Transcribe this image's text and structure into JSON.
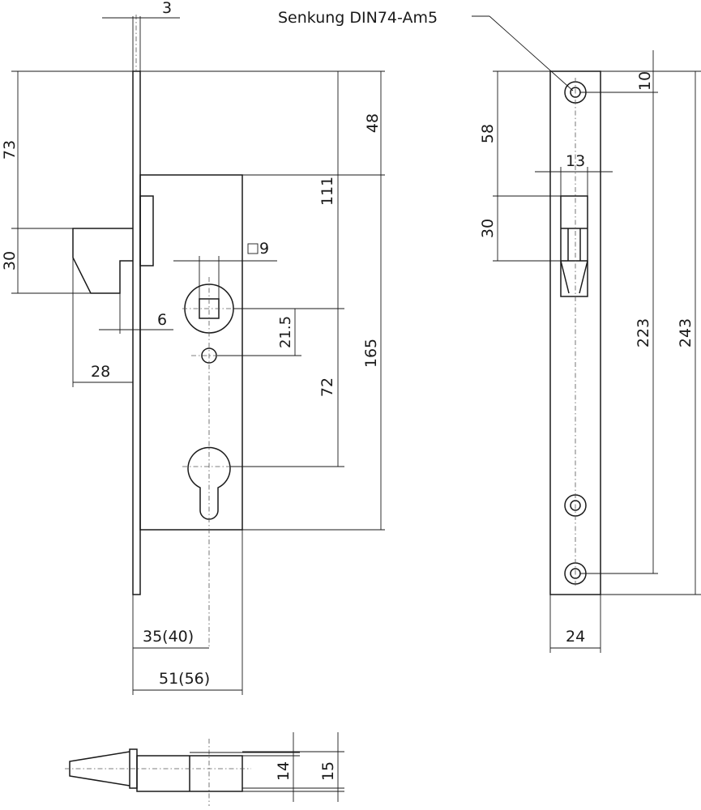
{
  "annotation": "Senkung DIN74-Am5",
  "front_view": {
    "dims": {
      "faceplate_thickness": "3",
      "faceplate_to_case_top": "73",
      "latch_height": "30",
      "top_to_case": "48",
      "top_to_follower": "111",
      "case_height": "165",
      "follower_square": "9",
      "latch_offset": "6",
      "follower_to_hole": "21.5",
      "follower_to_cylinder": "72",
      "latch_projection": "28",
      "backset": "35(40)",
      "case_depth": "51(56)"
    }
  },
  "side_view": {
    "dims": {
      "top_to_screw": "10",
      "top_to_latch_slot": "58",
      "latch_slot_width": "13",
      "latch_slot_height": "30",
      "screw_spacing": "223",
      "faceplate_length": "243",
      "faceplate_width": "24"
    }
  },
  "bottom_view": {
    "dims": {
      "body_thickness": "14",
      "case_thickness": "15"
    }
  }
}
